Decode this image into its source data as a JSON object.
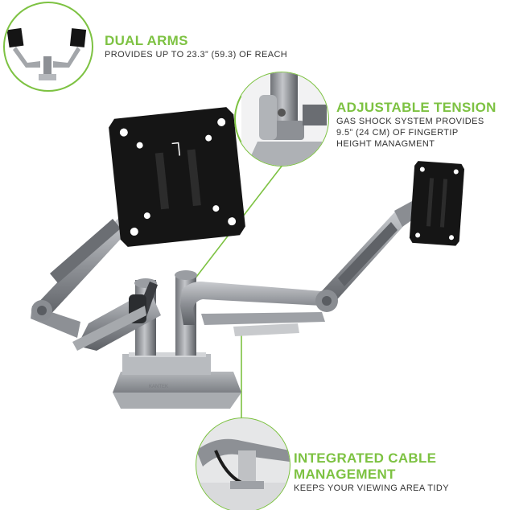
{
  "features": {
    "dual_arms": {
      "title": "DUAL ARMS",
      "description": "PROVIDES UP TO 23.3” (59.3) OF REACH"
    },
    "adjustable_tension": {
      "title": "ADJUSTABLE TENSION",
      "description_lines": [
        "GAS SHOCK SYSTEM PROVIDES",
        "9.5” (24 CM) OF FINGERTIP",
        "HEIGHT MANAGMENT"
      ]
    },
    "cable_management": {
      "title": "INTEGRATED CABLE MANAGEMENT",
      "description": "KEEPS YOUR VIEWING AREA TIDY"
    }
  },
  "base_brand_text": "KANTEK",
  "colors": {
    "accent_green": "#7dc242",
    "text_dark": "#333333",
    "arm_silver": "#9ea1a6",
    "vesa_plate": "#151515"
  }
}
